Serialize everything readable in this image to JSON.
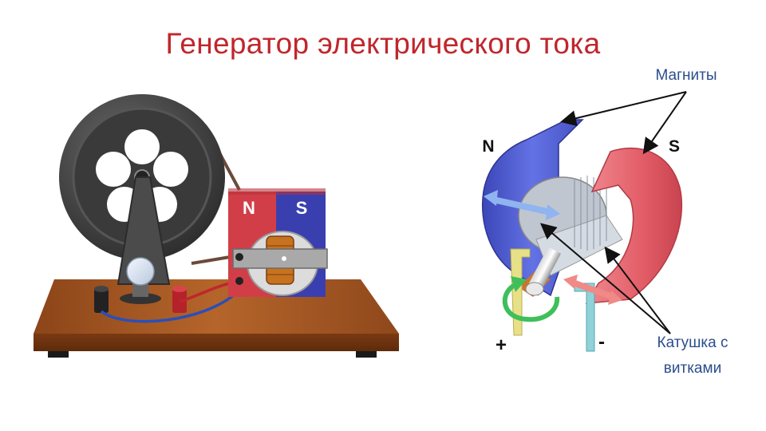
{
  "title": "Генератор электрического тока",
  "model": {
    "magnet_north": "N",
    "magnet_south": "S"
  },
  "diagram": {
    "magnets_label": "Магниты",
    "north_label": "N",
    "south_label": "S",
    "plus_label": "+",
    "minus_label": "-",
    "coil_label_line1": "Катушка с",
    "coil_label_line2": "витками"
  },
  "colors": {
    "title": "#c0262c",
    "callout": "#2b4e8c",
    "north_magnet": "#5566d8",
    "south_magnet": "#e2646c",
    "base_wood": "#a4551f",
    "flywheel": "#4a4a4a"
  }
}
